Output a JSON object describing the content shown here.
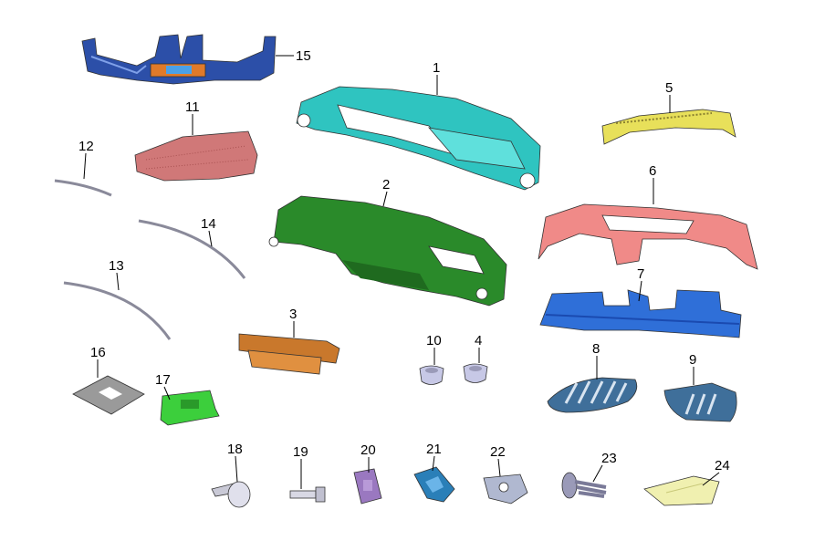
{
  "diagram": {
    "callouts": [
      "1",
      "2",
      "3",
      "4",
      "5",
      "6",
      "7",
      "8",
      "9",
      "10",
      "11",
      "12",
      "13",
      "14",
      "15",
      "16",
      "17",
      "18",
      "19",
      "20",
      "21",
      "22",
      "23",
      "24"
    ]
  },
  "colors": {
    "cyan_panel": "#2fc4c0",
    "green_frame": "#2a8a2a",
    "orange_box": "#c9782c",
    "yellow_strip": "#e8e05a",
    "pink_panel": "#f08a88",
    "blue_duct": "#2f6fd8",
    "steel_vent": "#3f6f9a",
    "navy_duct": "#2c4fa8",
    "grey_pad": "#9a9a9a",
    "lime_clip": "#3ccf3c",
    "lavender": "#c7c8e6",
    "purple_clip": "#9a78c0",
    "teal_clip": "#2a7fb8"
  }
}
